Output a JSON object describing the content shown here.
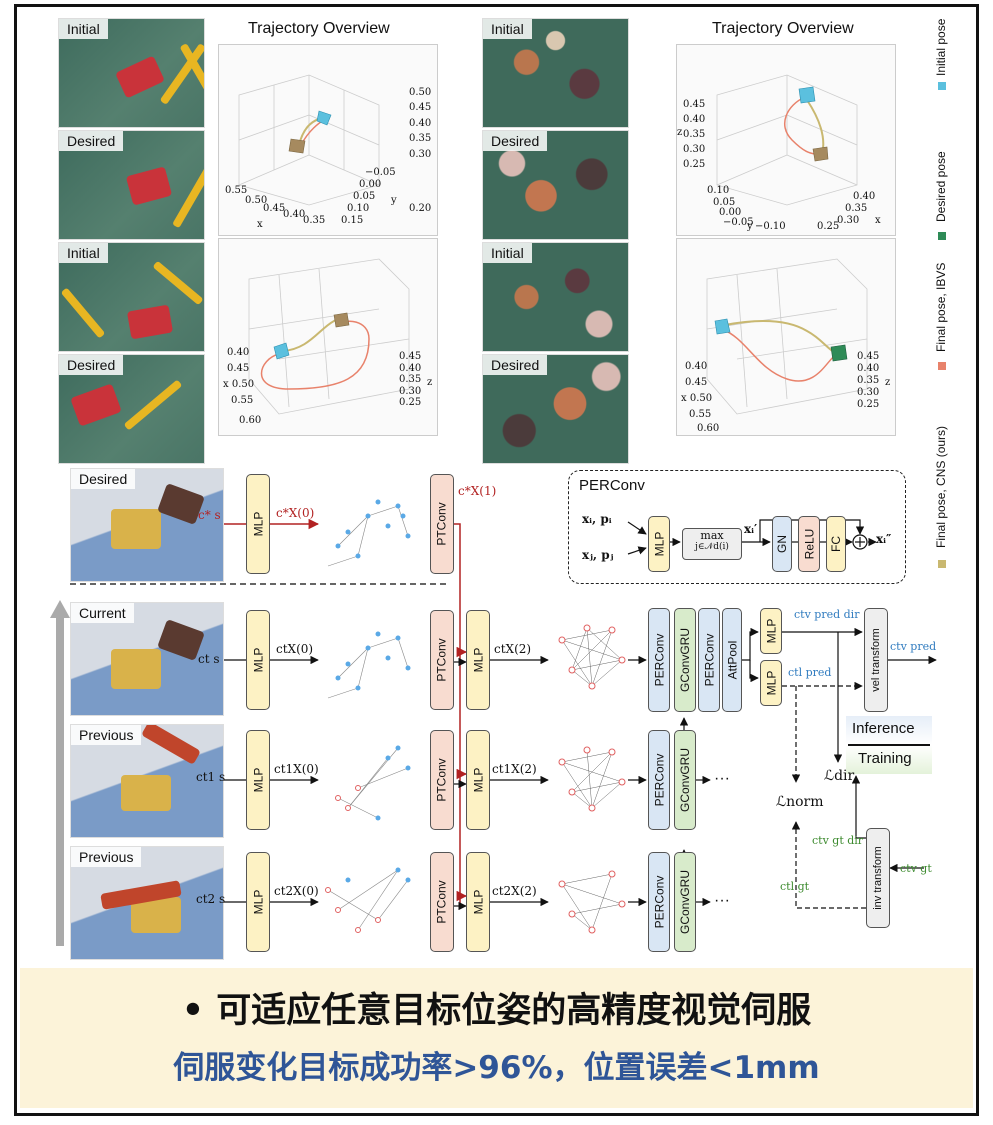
{
  "banner": {
    "line1": "•   可适应任意目标位姿的高精度视觉伺服",
    "line2": "伺服变化目标成功率>96%，位置误差<1mm"
  },
  "photos": {
    "initial": "Initial",
    "desired": "Desired",
    "current": "Current",
    "previous": "Previous"
  },
  "plots": {
    "title": "Trajectory Overview",
    "left_top": {
      "z_ticks": [
        "0.50",
        "0.45",
        "0.40",
        "0.35",
        "0.30"
      ],
      "x_ticks": [
        "0.55",
        "0.50",
        "0.45",
        "0.40",
        "0.35"
      ],
      "y_ticks": [
        "−0.05",
        "0.00",
        "0.05",
        "0.10",
        "0.15",
        "0.20"
      ],
      "x_label": "x",
      "y_label": "y"
    },
    "left_bottom": {
      "x_ticks": [
        "0.40",
        "0.45",
        "0.50",
        "0.55",
        "0.60"
      ],
      "z_ticks": [
        "0.45",
        "0.40",
        "0.35",
        "0.30",
        "0.25"
      ],
      "x_label": "x",
      "z_label": "z"
    },
    "right_top": {
      "z_ticks": [
        "0.45",
        "0.40",
        "0.35",
        "0.30",
        "0.25"
      ],
      "y_ticks": [
        "0.10",
        "0.05",
        "0.00",
        "−0.05",
        "−0.10"
      ],
      "x_ticks": [
        "0.40",
        "0.35",
        "0.30",
        "0.25"
      ],
      "x_label": "x",
      "y_label": "y",
      "z_label": "z"
    },
    "right_bottom": {
      "x_ticks": [
        "0.40",
        "0.45",
        "0.50",
        "0.55",
        "0.60"
      ],
      "z_ticks": [
        "0.45",
        "0.40",
        "0.35",
        "0.30",
        "0.25"
      ],
      "x_label": "x",
      "z_label": "z"
    }
  },
  "legend": [
    {
      "label": "Initial pose",
      "color": "#5bc0de"
    },
    {
      "label": "Desired pose",
      "color": "#2e8b57"
    },
    {
      "label": "Final pose, IBVS",
      "color": "#e8826b"
    },
    {
      "label": "Final pose, CNS (ours)",
      "color": "#c9b870"
    }
  ],
  "diagram": {
    "mlp": "MLP",
    "ptconv": "PTConv",
    "perconv": "PERConv",
    "gconvgru": "GConvGRU",
    "attpool": "AttPool",
    "vel_transform": "vel transform",
    "inv_transform": "inv transform",
    "inference": "Inference",
    "training": "Training",
    "ellipsis": "···",
    "perconv_box_title": "PERConv",
    "gn": "GN",
    "relu": "ReLU",
    "fc": "FC",
    "max": "max",
    "max_sub": "j∈𝒩d(i)",
    "xi_pi": "xᵢ, pᵢ",
    "xj_pj": "xⱼ, pⱼ",
    "xi_prime": "xᵢ′",
    "xi_dprime": "xᵢ″",
    "cstar_s": "c* s",
    "ct_s": "ct s",
    "ct1_s": "ct1 s",
    "ct2_s": "ct2 s",
    "cstar_x0": "c*X(0)",
    "cstar_x1": "c*X(1)",
    "ct_x0": "ctX(0)",
    "ct1_x0": "ct1X(0)",
    "ct2_x0": "ct2X(0)",
    "ct_x2": "ctX(2)",
    "ct1_x2": "ct1X(2)",
    "ct2_x2": "ct2X(2)",
    "v_dir_pred": "ctv pred dir",
    "l_pred": "ctl pred",
    "v_pred": "ctv pred",
    "l_dir": "ℒdir",
    "l_norm": "ℒnorm",
    "v_dir_gt": "ctv gt dir",
    "l_gt": "ctl gt",
    "v_gt": "ctv gt"
  }
}
